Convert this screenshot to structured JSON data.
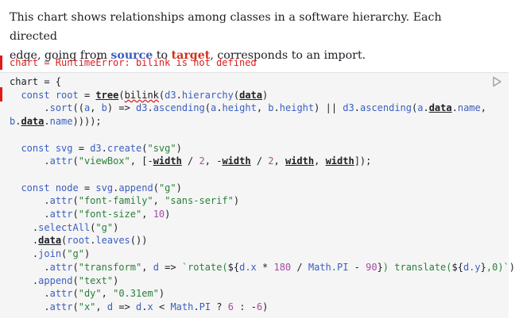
{
  "prose": {
    "line1": "This chart shows relationships among classes in a software hierarchy. Each directed",
    "line2_pre": "edge, going from ",
    "source": "source",
    "mid": " to ",
    "target": "target",
    "line2_post": ", corresponds to an import."
  },
  "error": {
    "text": "chart = RuntimeError: bilink is not defined"
  },
  "code": {
    "run_icon": "play-icon",
    "lines": [
      "chart = {",
      "  const root = tree(bilink(d3.hierarchy(data)",
      "      .sort((a, b) => d3.ascending(a.height, b.height) || d3.ascending(a.data.name,",
      "b.data.name))));",
      "",
      "  const svg = d3.create(\"svg\")",
      "      .attr(\"viewBox\", [-width / 2, -width / 2, width, width]);",
      "",
      "  const node = svg.append(\"g\")",
      "      .attr(\"font-family\", \"sans-serif\")",
      "      .attr(\"font-size\", 10)",
      "    .selectAll(\"g\")",
      "    .data(root.leaves())",
      "    .join(\"g\")",
      "      .attr(\"transform\", d => `rotate(${d.x * 180 / Math.PI - 90}) translate(${d.y},0)`)",
      "    .append(\"text\")",
      "      .attr(\"dy\", \"0.31em\")",
      "      .attr(\"x\", d => d.x < Math.PI ? 6 : -6)"
    ]
  }
}
